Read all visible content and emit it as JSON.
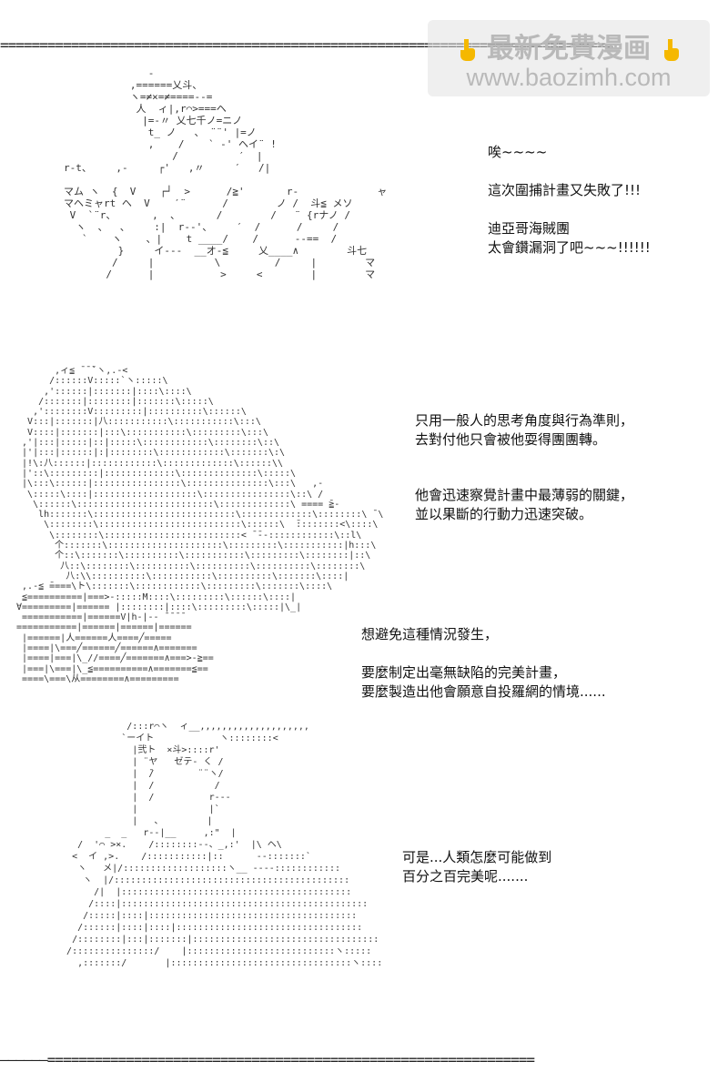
{
  "rules": {
    "top": "==============================================================================",
    "bottom": "——————=============================================================="
  },
  "watermark": {
    "title": "最新免費漫画",
    "url": "www.baozimh.com",
    "icon_color": "#f5b800"
  },
  "panel1": {
    "art": "              -\n           ,======乂斗、\n           ヽ=≠×=≠====--=\n            人  ィ|,r⌒>===ヘ\n             |=-〃 乂七千ノ=ニノ\n              t_ ノ   、 ¨¨' |=ノ\n              ,    /    ` ‐' ヘイ¨ !\n                  /          ′  |\nr-t、    ,-     ┌'   ,〃     ′   /|\n\nマム ヽ  {  V    ┌┘  >      /≧'       r-             ャ\nマヘミャrt ヘ  V    ′¨      /        ノ /  斗≦ メソ\n V  `¨r、      ,  、      /        /   ¨ {rナノ /\n  ヽ  、  、    :|  r--'、    ′  /      /     /\n   `    ヽ    、|    t ____/    /      --==  /\n         }     イ---  __オ-≦     乂____∧        斗七\n        /     |          \\         /     |        マ\n       /      |           >     <        |        マ",
    "lines": [
      "唉~~~~",
      "這次圍捕計畫又失敗了!!!",
      "迪亞哥海賊團",
      "太會鑽漏洞了吧~~~!!!!!!"
    ]
  },
  "panel2": {
    "art": "        ,ィ≦ ̄ ̄ ̄`ヽ,.-<\n       /::::::V:::::`ヽ:::::\\\n      ,'::::::|:::::::|::::\\::::\\\n     /:::::::|::::::::|:::::::\\:::::\\\n    ,'::::::::V:::::::::|::::::::::\\::::::\\\n   V:::|:::::::|八:::::::::::\\:::::::::::\\:::\\\n   V::::|:::::::|:::\\:::::::::::\\:::::::::\\:::\\\n  ,'|:::|:::::|::|:::::\\::::::::::::\\::::::::\\::\\\n  |'|:::|::::::|:|::::::::\\::::::::::::\\:::::::\\:\\\n  |!\\:八::::::|::::::::::::\\:::::::::::::\\::::::\\\\\n  |'::\\:::::::::|:::::::::::::\\::::::::::::::\\:::::\\\n  |\\:::\\::::::|::::::::::::::::\\:::::::::::::::\\:::\\   ,-\n   \\:::::\\::::|:::::::::::::::::::\\::::::::::::::::\\::\\ /\n    \\::::::\\:::::::::::::::::::::::::\\:::::::::::::\\ ==== ̄≧-\n     lh:::::::\\::::::::::::::::::::::::::\\:::::::::::::\\::::::::\\ ̄ \\\n      \\::::::::\\::::::::::::::::::::::::::\\::::::\\  ̄::::::::<\\::::\\\n       \\::::::::\\:::::::::::::::::::::::::< ̄ ̄‐-::::::::::::\\::l\\\n        个:::::::\\:::::::::::::::::::::\\:::::::::\\:::::::::::|h:::\\\n        个::\\:::::::\\::::::::::\\:::::::::::\\:::::::::\\::::::::|::\\\n         八::\\::::::::\\::::::::::\\::::::::::\\::::::::::\\::::::::\\\n          八:\\\\::::::::::\\:::::::::::\\::::::::::\\:::::::\\::::|\n  ,.-≦ ̄====\\ト\\:::::::\\::::::::::::\\:::::::::\\:::::::\\::::\\\n  ≦==========|===>-:::::M::::\\:::::::::\\::::::\\::::|\n ∀=========|====== |::::::::|::::\\:::::::::\\:::::|\\_|\n  ===========|======V|h-|-- ̄ ̄ ̄ ̄\n ===========|======|======|======\n  |======|人======人====╱=====  \n  |====|\\===╱======╱======∧=======\n  |====|===|\\_//====╱=======∧===>-≧==\n  |===|\\===|\\_≦==========∧=======≦==\n  ====\\===\\从========∧=========",
    "lines": [
      "只用一般人的思考角度與行為準則，",
      "去對付他只會被他耍得團團轉。",
      "他會迅速察覺計畫中最薄弱的關鍵，",
      "並以果斷的行動力迅速突破。"
    ]
  },
  "panel3": {
    "art": "              /:::r⌒ヽ  ィ__,,,,,,,,,,,,,,,,,,,,\n             `ーイト            ヽ::::::::<\n               |弐ト  ×斗>::::r'\n               | ¨ヤ   ゼテ- く /\n               |  ̄/        ¨¨ヽ/\n               |  /           /\n               |  /          r---\n               |             |`\n               |   、        |\n          _  _   r--|__     ,:\"  |\n     /  '⌒ >×.    /::::::::--、_,:'  |\\ ヘ\\\n    <  イ ,>.    /:::::::::::|::      --:::::::`\n     ヽ   メ|/:::::::::::::::::::ヽ__ ----::::::::::::\n      ヽ  |/:::::::::::::::::::::::::::::::::::::::::::\n        /|  |::::::::::::::::::::::::::::::::::::::::::\n       /::::|:::::::::::::::::::::::::::::::::::::::::::::\n      /:::::|::::|::::::::::::::::::::::::::::::::::::::\n     /::::::|::::|::::|::::::::::::::::::::::::::::::::::\n    /::::::::|:::|:::::::|::::::::::::::::::::::::::::::::::\n   /:::::::::::::::/    |:::::::::::::::::::::::::::ヽ:::::\n     ,:::::::/       |:::::::::::::::::::::::::::::::::ヽ::::",
    "lines": [
      "想避免這種情況發生，",
      "要麼制定出毫無缺陷的完美計畫，",
      "要麼製造出他會願意自投羅網的情境......"
    ]
  },
  "panel4": {
    "lines": [
      "可是...人類怎麼可能做到",
      "百分之百完美呢......."
    ]
  }
}
